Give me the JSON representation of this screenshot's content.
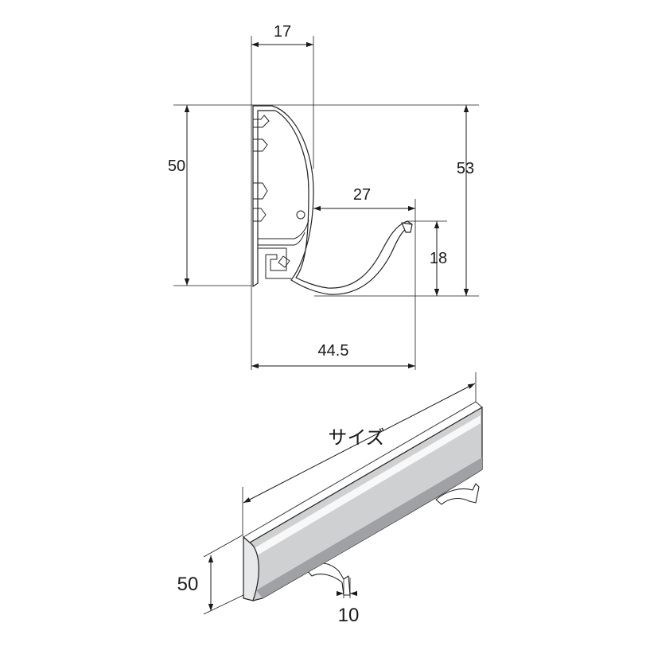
{
  "cross_section": {
    "dim_top_width": "17",
    "dim_left_height": "50",
    "dim_right_height": "53",
    "dim_hook_reach": "27",
    "dim_hook_height": "18",
    "dim_bottom_width": "44.5"
  },
  "perspective": {
    "length_label": "サイズ",
    "dim_height": "50",
    "dim_hook_width": "10"
  }
}
